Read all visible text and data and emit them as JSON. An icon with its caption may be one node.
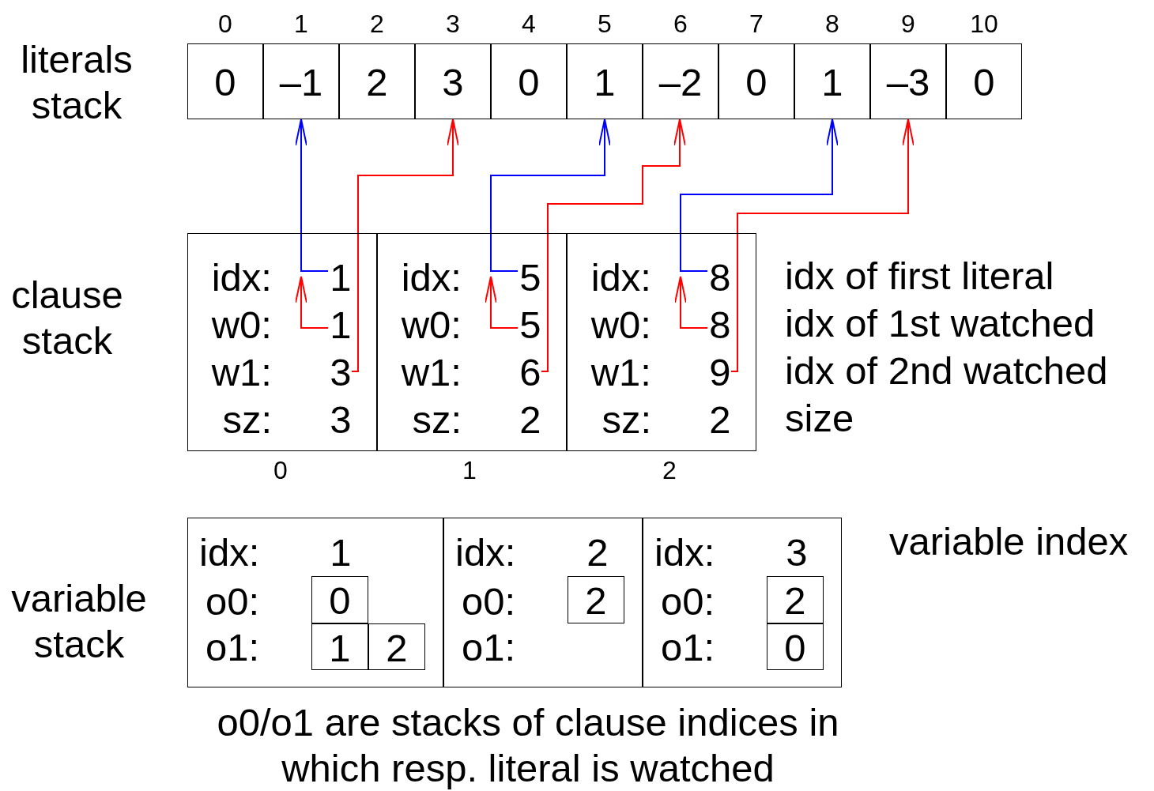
{
  "diagram": {
    "caption": "o0/o1 are stacks of clause indices in which resp. literal is watched",
    "nodes": [
      {
        "text": [
          "0"
        ],
        "beside": [
          "0"
        ]
      },
      {
        "text": [
          "–1"
        ],
        "beside": [
          "1"
        ]
      },
      {
        "text": [
          "2"
        ],
        "beside": [
          "2"
        ]
      },
      {
        "text": [
          "3"
        ],
        "beside": [
          "3"
        ]
      },
      {
        "text": [
          "0"
        ],
        "beside": [
          "4"
        ]
      },
      {
        "text": [
          "1"
        ],
        "beside": [
          "5"
        ]
      },
      {
        "text": [
          "–2"
        ],
        "beside": [
          "6"
        ]
      },
      {
        "text": [
          "0"
        ],
        "beside": [
          "7"
        ]
      },
      {
        "text": [
          "1"
        ],
        "beside": [
          "8"
        ]
      },
      {
        "text": [
          "–3"
        ],
        "beside": [
          "9"
        ]
      },
      {
        "text": [
          "0"
        ],
        "beside": [
          "10"
        ]
      },
      {
        "text": [
          "idx:",
          "w0:",
          "w1:",
          "sz:"
        ],
        "beside": [
          "0"
        ]
      },
      {
        "text": [
          "1"
        ],
        "in": 11
      },
      {
        "text": [
          "1"
        ],
        "in": 11
      },
      {
        "text": [
          "3"
        ],
        "in": 11
      },
      {
        "text": [
          "3"
        ],
        "in": 11
      },
      {
        "text": [
          "idx:",
          "w0:",
          "w1:",
          "sz:"
        ],
        "beside": [
          "1"
        ]
      },
      {
        "text": [
          "5"
        ],
        "in": 16
      },
      {
        "text": [
          "5"
        ],
        "in": 16
      },
      {
        "text": [
          "6"
        ],
        "in": 16
      },
      {
        "text": [
          "2"
        ],
        "in": 16
      },
      {
        "text": [
          "idx:",
          "w0:",
          "w1:",
          "sz:"
        ],
        "beside": [
          "2"
        ]
      },
      {
        "text": [
          "8"
        ],
        "in": 21
      },
      {
        "text": [
          "8"
        ],
        "in": 21
      },
      {
        "text": [
          "9"
        ],
        "in": 21
      },
      {
        "text": [
          "2"
        ],
        "in": 21
      },
      {
        "text": [
          "idx:",
          "1",
          "o0:",
          "o1:"
        ]
      },
      {
        "text": [
          "0"
        ],
        "in": 26
      },
      {
        "text": [
          "1"
        ],
        "in": 26
      },
      {
        "text": [
          "2"
        ],
        "in": 26
      },
      {
        "text": [
          "idx:",
          "2",
          "o0:",
          "o1:"
        ]
      },
      {
        "text": [
          "2"
        ],
        "in": 30
      },
      {
        "text": [
          "idx:",
          "3",
          "o0:",
          "o1:"
        ]
      },
      {
        "text": [
          "2"
        ],
        "in": 32
      },
      {
        "text": [
          "0"
        ],
        "in": 32
      }
    ],
    "edges": [
      {
        "from": 12,
        "to": 1,
        "arrow": "to",
        "color": "#0000ff"
      },
      {
        "from": 13,
        "to": 12,
        "arrow": "to"
      },
      {
        "from": 14,
        "to": 3,
        "arrow": "to"
      },
      {
        "from": 17,
        "to": 5,
        "arrow": "to",
        "color": "#0000ff"
      },
      {
        "from": 18,
        "to": 17,
        "arrow": "to"
      },
      {
        "from": 19,
        "to": 6,
        "arrow": "to"
      },
      {
        "from": 22,
        "to": 8,
        "arrow": "to",
        "color": "#0000ff"
      },
      {
        "from": 23,
        "to": 22,
        "arrow": "to"
      },
      {
        "from": 24,
        "to": 9,
        "arrow": "to"
      }
    ],
    "labels": [
      "literals stack",
      "clause stack",
      "variable stack",
      "idx of first literal",
      "idx of 1st watched",
      "idx of 2nd watched",
      "size",
      "variable index"
    ]
  }
}
